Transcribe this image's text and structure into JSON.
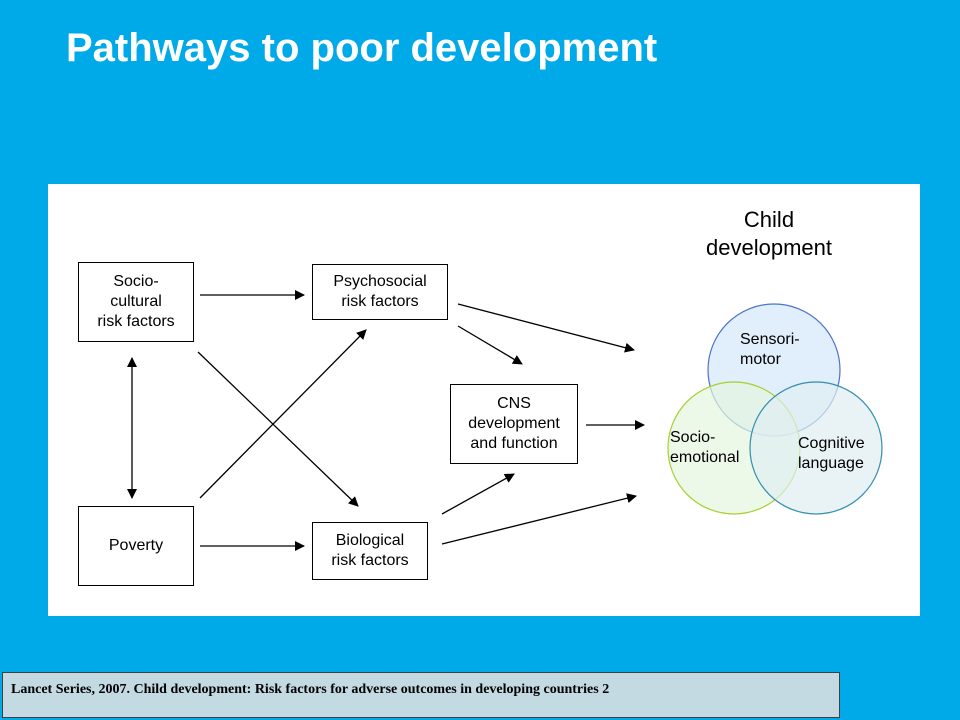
{
  "title": "Pathways to poor development",
  "diagram": {
    "boxes": {
      "sociocultural": "Socio-\ncultural\nrisk factors",
      "poverty": "Poverty",
      "psychosocial": "Psychosocial\nrisk factors",
      "biological": "Biological\nrisk factors",
      "cns": "CNS\ndevelopment\nand function"
    },
    "outcome_heading": "Child\ndevelopment",
    "circles": {
      "sensorimotor": "Sensori-\nmotor",
      "socioemotional": "Socio-\nemotional",
      "cognitive": "Cognitive\nlanguage"
    },
    "colors": {
      "sensorimotor": "#d7e8fb",
      "socioemotional": "#e4f5de",
      "cognitive": "#dfeef2"
    }
  },
  "footer": "Lancet Series, 2007. Child development: Risk factors for adverse outcomes in developing countries 2"
}
